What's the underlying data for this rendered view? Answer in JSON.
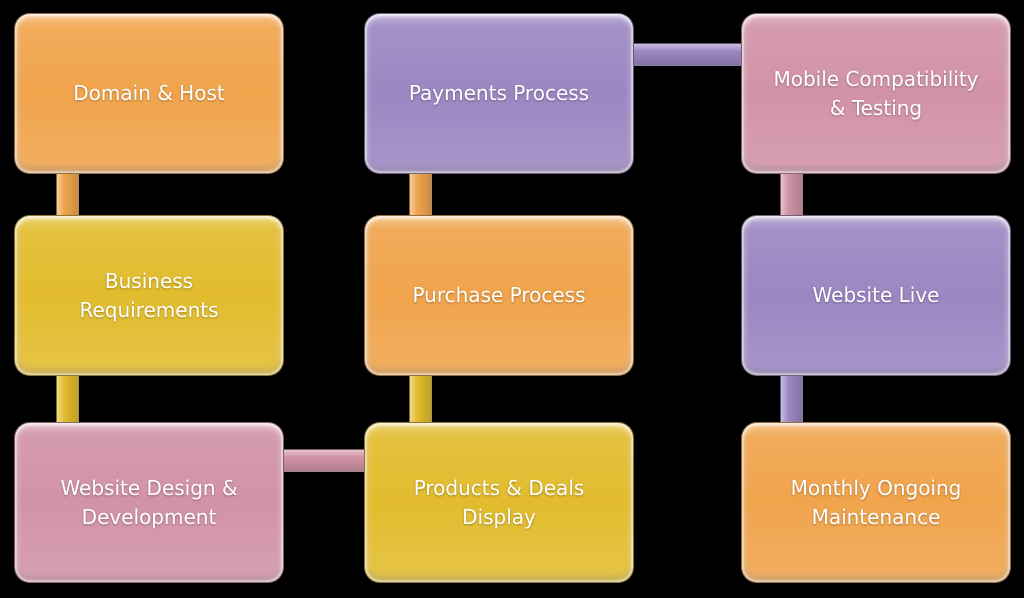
{
  "background": "#000000",
  "palette": {
    "orange": "#F0A44C",
    "gold": "#E2BC2E",
    "pink": "#D193A6",
    "purple": "#9C87C2",
    "text": "#FFFFFF"
  },
  "nodes": [
    {
      "label": "Domain & Host",
      "color": "orange",
      "position": "row 1, col 1"
    },
    {
      "label": "Business\nRequirements",
      "color": "gold",
      "position": "row 2, col 1"
    },
    {
      "label": "Website Design &\nDevelopment",
      "color": "pink",
      "position": "row 3, col 1"
    },
    {
      "label": "Products & Deals\nDisplay",
      "color": "gold",
      "position": "row 3, col 2"
    },
    {
      "label": "Purchase Process",
      "color": "orange",
      "position": "row 2, col 2"
    },
    {
      "label": "Payments Process",
      "color": "purple",
      "position": "row 1, col 2"
    },
    {
      "label": "Mobile Compatibility\n& Testing",
      "color": "pink",
      "position": "row 1, col 3"
    },
    {
      "label": "Website Live",
      "color": "purple",
      "position": "row 2, col 3"
    },
    {
      "label": "Monthly Ongoing\nMaintenance",
      "color": "orange",
      "position": "row 3, col 3"
    }
  ],
  "connectors": [
    {
      "from": "Domain & Host",
      "to": "Business Requirements",
      "orientation": "vertical",
      "color": "orange"
    },
    {
      "from": "Business Requirements",
      "to": "Website Design & Development",
      "orientation": "vertical",
      "color": "gold"
    },
    {
      "from": "Website Design & Development",
      "to": "Products & Deals Display",
      "orientation": "horizontal",
      "color": "pink"
    },
    {
      "from": "Products & Deals Display",
      "to": "Purchase Process",
      "orientation": "vertical",
      "color": "gold"
    },
    {
      "from": "Purchase Process",
      "to": "Payments Process",
      "orientation": "vertical",
      "color": "orange"
    },
    {
      "from": "Payments Process",
      "to": "Mobile Compatibility & Testing",
      "orientation": "horizontal",
      "color": "purple"
    },
    {
      "from": "Mobile Compatibility & Testing",
      "to": "Website Live",
      "orientation": "vertical",
      "color": "pink"
    },
    {
      "from": "Website Live",
      "to": "Monthly Ongoing Maintenance",
      "orientation": "vertical",
      "color": "purple"
    }
  ]
}
